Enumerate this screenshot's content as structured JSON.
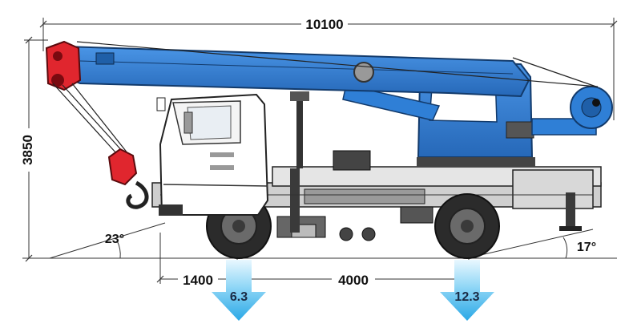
{
  "dimensions": {
    "overall_length": "10100",
    "overall_height": "3850",
    "front_overhang": "1400",
    "wheelbase": "4000",
    "approach_angle": "23°",
    "departure_angle": "17°"
  },
  "axle_loads": {
    "front": "6.3",
    "rear": "12.3"
  },
  "colors": {
    "boom": "#2f7fd6",
    "boom_dark": "#1f5fa8",
    "hook": "#e0262e",
    "chassis": "#2a2a2a",
    "cab": "#ffffff",
    "arrow_top": "#bfe9fb",
    "arrow_bottom": "#33b6ee"
  }
}
